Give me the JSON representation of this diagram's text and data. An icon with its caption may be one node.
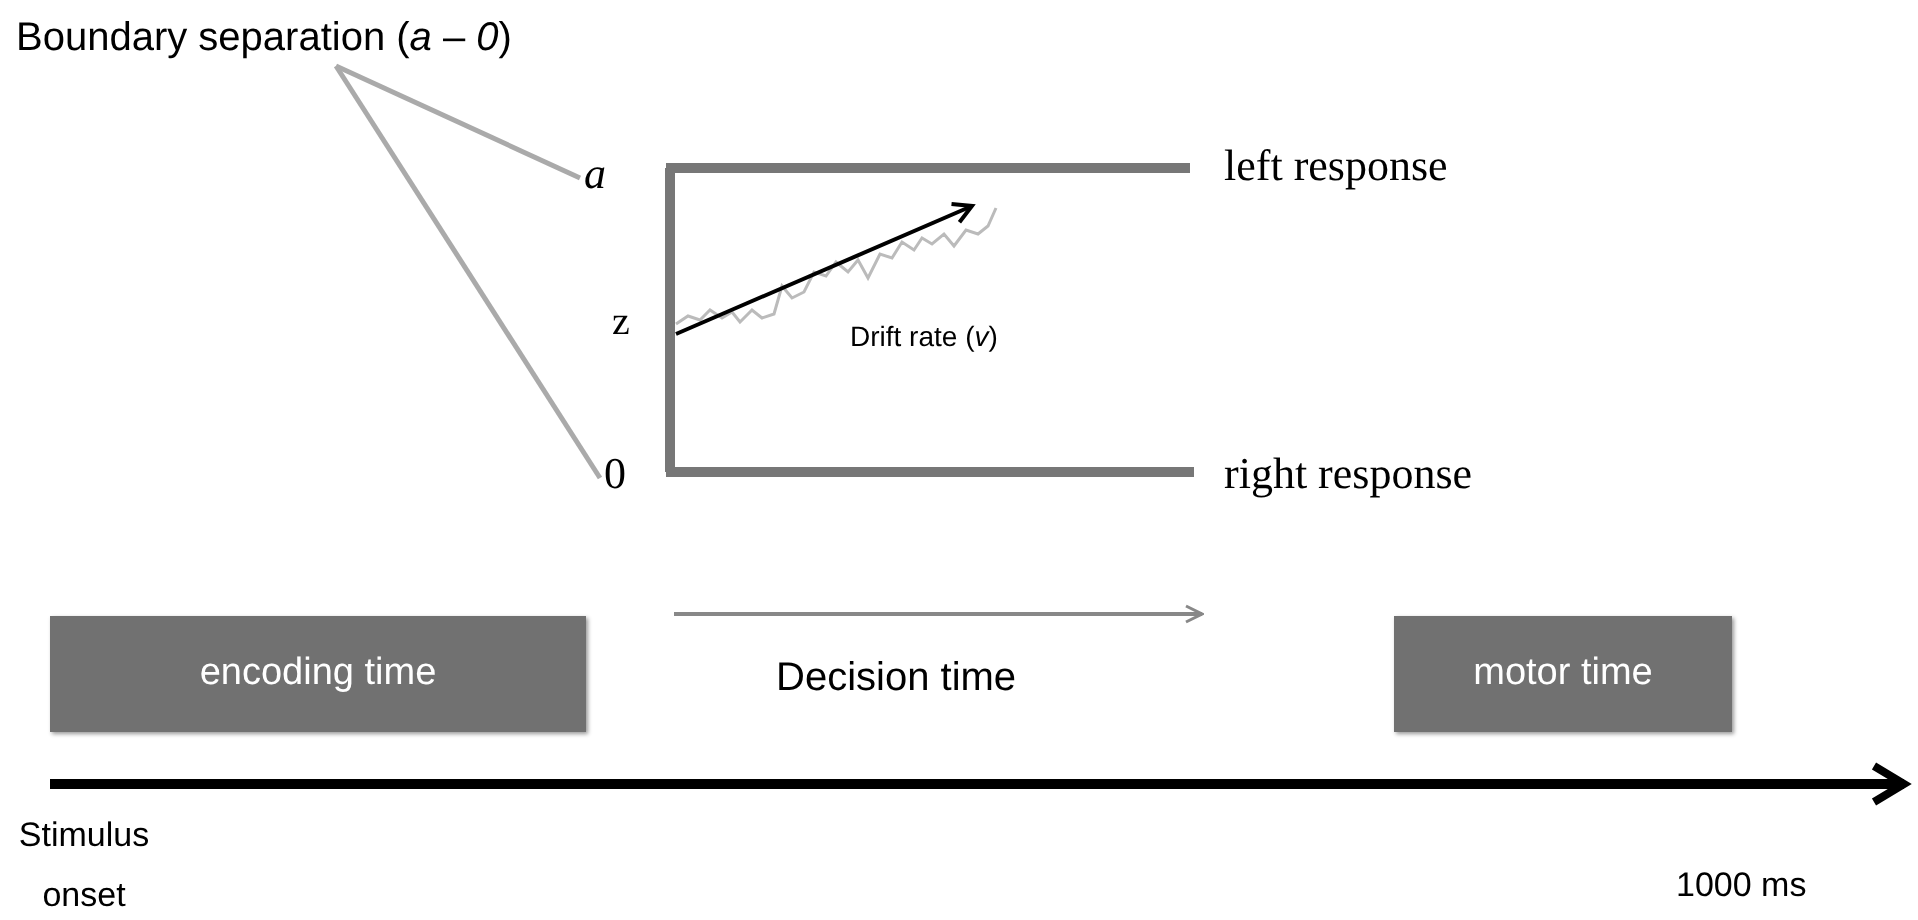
{
  "diagram": {
    "nodes": [
      {
        "text": [
          "Boundary separation (*a* – *0*)"
        ]
      },
      {
        "text": [
          "a"
        ]
      },
      {
        "text": [
          "0"
        ]
      },
      {
        "text": [
          "encoding time"
        ]
      },
      {
        "text": [
          "motor time"
        ]
      }
    ],
    "edges": [
      {
        "from": 0,
        "to": 1,
        "arrow": "none"
      },
      {
        "from": 0,
        "to": 2,
        "arrow": "none"
      }
    ],
    "labels": [
      "left response",
      "z",
      "Drift rate (*v*)",
      "right response",
      "Decision time",
      "Stimulus onset",
      "1000 ms"
    ]
  }
}
